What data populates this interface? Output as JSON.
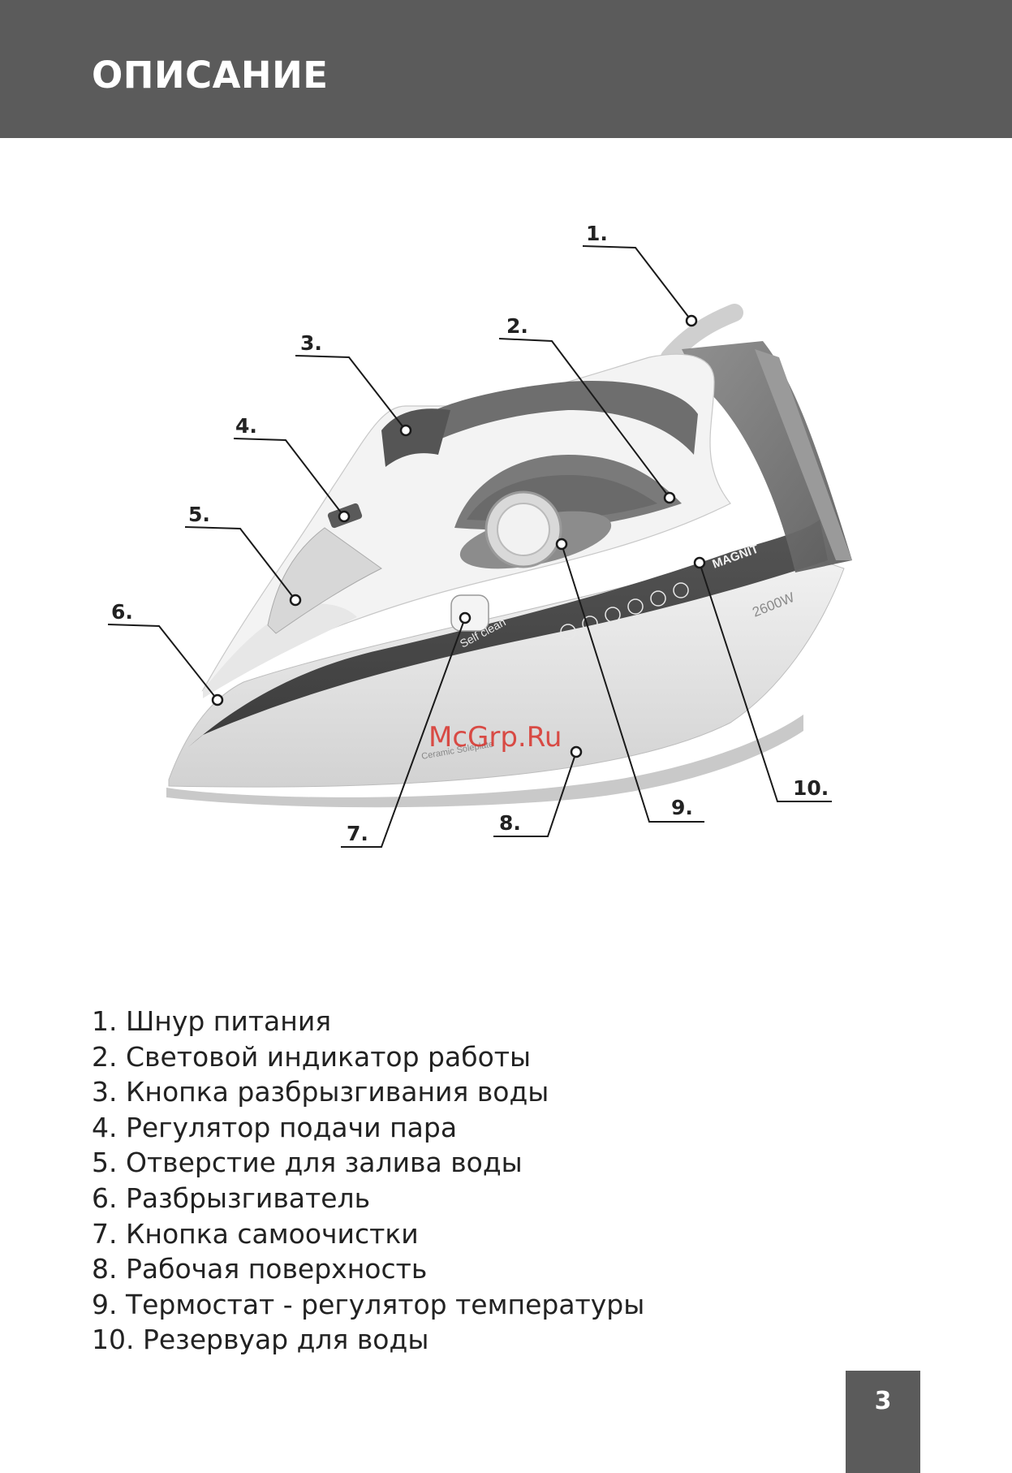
{
  "header": {
    "title": "ОПИСАНИЕ"
  },
  "colors": {
    "header_bg": "#5b5b5b",
    "watermark": "#d8322b",
    "iron_dark": "#4a4a4a",
    "iron_light": "#e4e4e4"
  },
  "figure": {
    "device": "steam-iron",
    "brand": "MAGNIT",
    "power_label": "2600W",
    "self_clean_label": "Self clean",
    "soleplate_text": "Ceramic Soleplate",
    "watermark": "McGrp.Ru",
    "callouts": [
      "1.",
      "2.",
      "3.",
      "4.",
      "5.",
      "6.",
      "7.",
      "8.",
      "9.",
      "10."
    ]
  },
  "parts": [
    "1. Шнур питания",
    "2. Световой индикатор работы",
    "3. Кнопка разбрызгивания воды",
    "4. Регулятор подачи пара",
    "5. Отверстие для залива воды",
    "6. Разбрызгиватель",
    "7. Кнопка самоочистки",
    "8. Рабочая поверхность",
    "9. Термостат - регулятор температуры",
    "10. Резервуар для воды"
  ],
  "page": {
    "number": "3"
  }
}
